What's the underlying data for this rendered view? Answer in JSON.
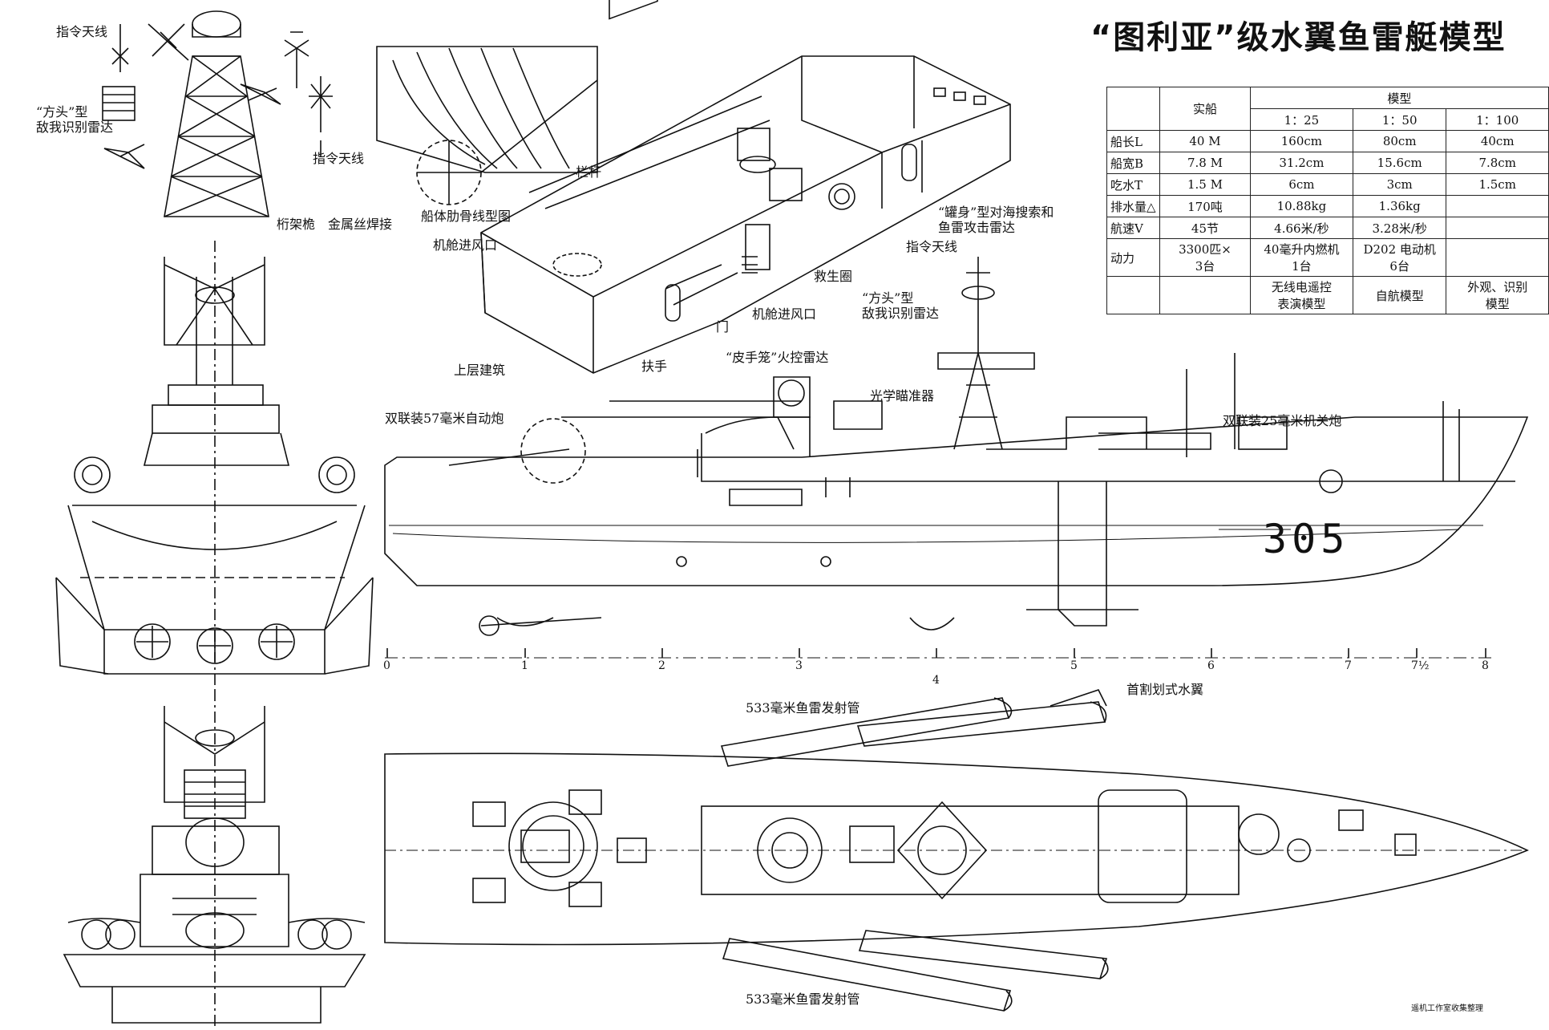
{
  "title": "“图利亚”级水翼鱼雷艇模型",
  "labels": {
    "antenna_cmd_1": "指令天线",
    "antenna_cmd_2": "指令天线",
    "square_head": "“方头”型\n敌我识别雷达",
    "truss_mast": "桁架桅　金属丝焊接",
    "hull_frame": "船体肋骨线型图",
    "railing": "栏杆",
    "vent_1": "机舱进风口",
    "vent_2": "机舱进风口",
    "lifebuoy": "救生圈",
    "door": "门",
    "handrail": "扶手",
    "superstructure": "上层建筑",
    "pot_drum": "“罐身”型对海搜索和\n鱼雷攻击雷达",
    "antenna_cmd_3": "指令天线",
    "square_head_2": "“方头”型\n敌我识别雷达",
    "drum_tilt": "“皮手笼”火控雷达",
    "optical": "光学瞄准器",
    "gun57": "双联装57毫米自动炮",
    "gun25": "双联装25毫米机关炮",
    "torpedo_1": "533毫米鱼雷发射管",
    "torpedo_2": "533毫米鱼雷发射管",
    "hydrofoil": "首割划式水翼",
    "hull_number": "305",
    "credit": "遥机工作室收集整理"
  },
  "stations": [
    "0",
    "1",
    "2",
    "3",
    "4",
    "5",
    "6",
    "7",
    "7½",
    "8"
  ],
  "spec_table": {
    "col_real": "实船",
    "col_model": "模型",
    "scales": [
      "1：25",
      "1：50",
      "1：100"
    ],
    "rows": [
      {
        "name": "船长L",
        "real": "40 M",
        "m25": "160cm",
        "m50": "80cm",
        "m100": "40cm"
      },
      {
        "name": "船宽B",
        "real": "7.8 M",
        "m25": "31.2cm",
        "m50": "15.6cm",
        "m100": "7.8cm"
      },
      {
        "name": "吃水T",
        "real": "1.5 M",
        "m25": "6cm",
        "m50": "3cm",
        "m100": "1.5cm"
      },
      {
        "name": "排水量△",
        "real": "170吨",
        "m25": "10.88kg",
        "m50": "1.36kg",
        "m100": ""
      },
      {
        "name": "航速V",
        "real": "45节",
        "m25": "4.66米/秒",
        "m50": "3.28米/秒",
        "m100": ""
      },
      {
        "name": "动力",
        "real": "3300匹×\n3台",
        "m25": "40毫升内燃机\n1台",
        "m50": "D202 电动机\n6台",
        "m100": ""
      },
      {
        "name": "",
        "real": "",
        "m25": "无线电遥控\n表演模型",
        "m50": "自航模型",
        "m100": "外观、识别\n模型"
      }
    ]
  },
  "colors": {
    "ink": "#111111",
    "paper": "#ffffff"
  }
}
